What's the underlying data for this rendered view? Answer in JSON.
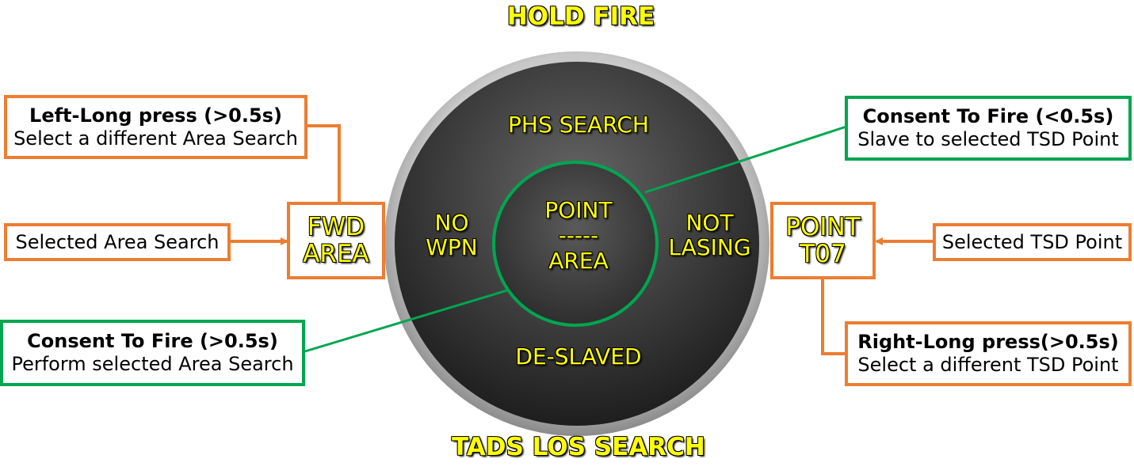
{
  "labels": {
    "top": "HOLD FIRE",
    "bottom": "TADS LOS SEARCH",
    "ring_top": "PHS SEARCH",
    "ring_bottom": "DE-SLAVED",
    "ring_left_1": "NO",
    "ring_left_2": "WPN",
    "ring_right_1": "NOT",
    "ring_right_2": "LASING",
    "center_1": "POINT",
    "center_2": "-----",
    "center_3": "AREA"
  },
  "side_boxes": {
    "left_1": "FWD",
    "left_2": "AREA",
    "right_1": "POINT",
    "right_2": "T07"
  },
  "callouts": {
    "left_long": {
      "title": "Left-Long press (>0.5s)",
      "sub": "Select a different Area Search"
    },
    "selected_area": {
      "text": "Selected Area Search"
    },
    "consent_long": {
      "title": "Consent To Fire (>0.5s)",
      "sub": "Perform selected Area Search"
    },
    "consent_short": {
      "title": "Consent To Fire (<0.5s)",
      "sub": "Slave to selected TSD Point"
    },
    "selected_point": {
      "text": "Selected TSD Point"
    },
    "right_long": {
      "title": "Right-Long press(>0.5s)",
      "sub": "Select a different TSD Point"
    }
  },
  "colors": {
    "orange": "#ed7d31",
    "green": "#00a650",
    "label_yellow": "#ffff00"
  }
}
